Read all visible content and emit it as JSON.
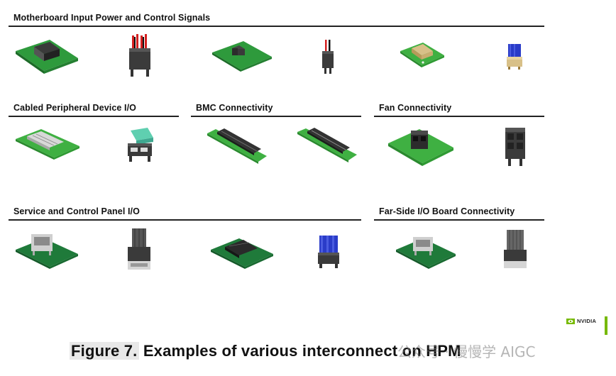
{
  "sections": [
    {
      "title": "Motherboard Input Power and Control Signals"
    },
    {
      "title": "Cabled Peripheral Device I/O"
    },
    {
      "title": "BMC Connectivity"
    },
    {
      "title": "Fan Connectivity"
    },
    {
      "title": "Service and Control Panel I/O"
    },
    {
      "title": "Far-Side I/O Board Connectivity"
    }
  ],
  "caption": {
    "figure": "Figure 7.",
    "text": "Examples of various interconnect on HPM"
  },
  "logo": {
    "text": "NVIDIA"
  },
  "watermark": {
    "text": "公众号 · 慢慢学 AIGC"
  },
  "colors": {
    "pcb_green": "#2e9a3c",
    "brand_green": "#76b900",
    "cable_red": "#d42020",
    "cable_blue": "#2a3cc8"
  }
}
